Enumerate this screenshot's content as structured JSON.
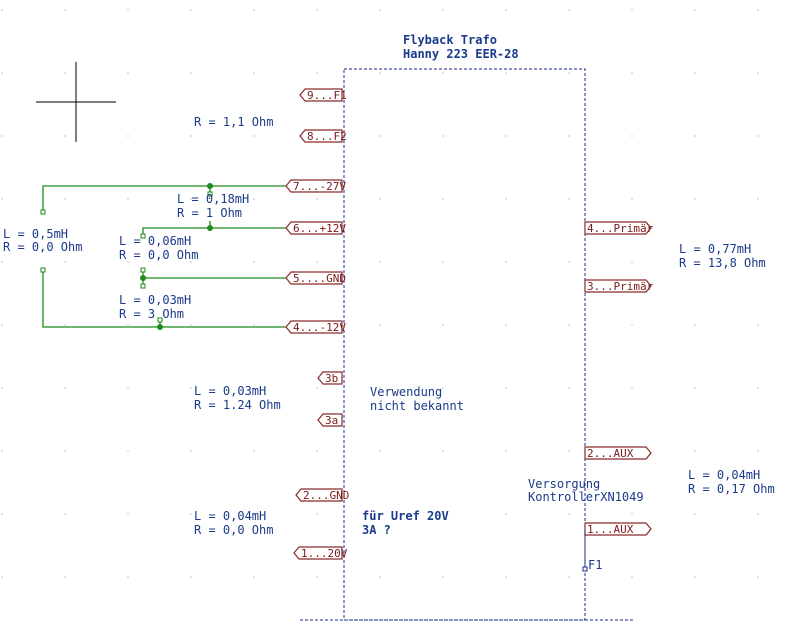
{
  "title": {
    "line1": "Flyback Trafo",
    "line2": "Hanny 223 EER-28"
  },
  "left_pins": [
    {
      "label": "9...F1"
    },
    {
      "label": "8...F2"
    },
    {
      "label": "7...-27V"
    },
    {
      "label": "6...+12V"
    },
    {
      "label": "5....GND"
    },
    {
      "label": "4...-12V"
    },
    {
      "label": "3b"
    },
    {
      "label": "3a"
    },
    {
      "label": "2...GND"
    },
    {
      "label": "1...20V"
    }
  ],
  "right_pins": [
    {
      "label": "4...Primär"
    },
    {
      "label": "3...Primär"
    },
    {
      "label": "2...AUX"
    },
    {
      "label": "1...AUX"
    }
  ],
  "annotations": [
    {
      "lines": [
        "R = 1,1 Ohm"
      ]
    },
    {
      "lines": [
        "L = 0,18mH",
        "R = 1 Ohm"
      ]
    },
    {
      "lines": [
        "L = 0,5mH",
        "R = 0,0 Ohm"
      ]
    },
    {
      "lines": [
        "L = 0,06mH",
        "R = 0,0 Ohm"
      ]
    },
    {
      "lines": [
        "L = 0,03mH",
        "R = 3 Ohm"
      ]
    },
    {
      "lines": [
        "L = 0,03mH",
        "R = 1.24 Ohm"
      ]
    },
    {
      "lines": [
        "Verwendung",
        "nicht bekannt"
      ]
    },
    {
      "lines": [
        "L = 0,04mH",
        "R = 0,0 Ohm"
      ]
    },
    {
      "lines": [
        "L = 0,77mH",
        "R = 13,8 Ohm"
      ]
    },
    {
      "lines": [
        "L = 0,04mH",
        "R = 0,17 Ohm"
      ]
    },
    {
      "lines": [
        "Versorgung",
        "KontrollerXN1049"
      ]
    }
  ],
  "note": {
    "lines": [
      "für Uref  20V",
      "3A ?"
    ]
  },
  "net_label": "F1",
  "colors": {
    "text": "#1a3a8a",
    "pin_text": "#7a1a1a",
    "wire": "#1f8a1f",
    "box": "#1a2a8a"
  }
}
